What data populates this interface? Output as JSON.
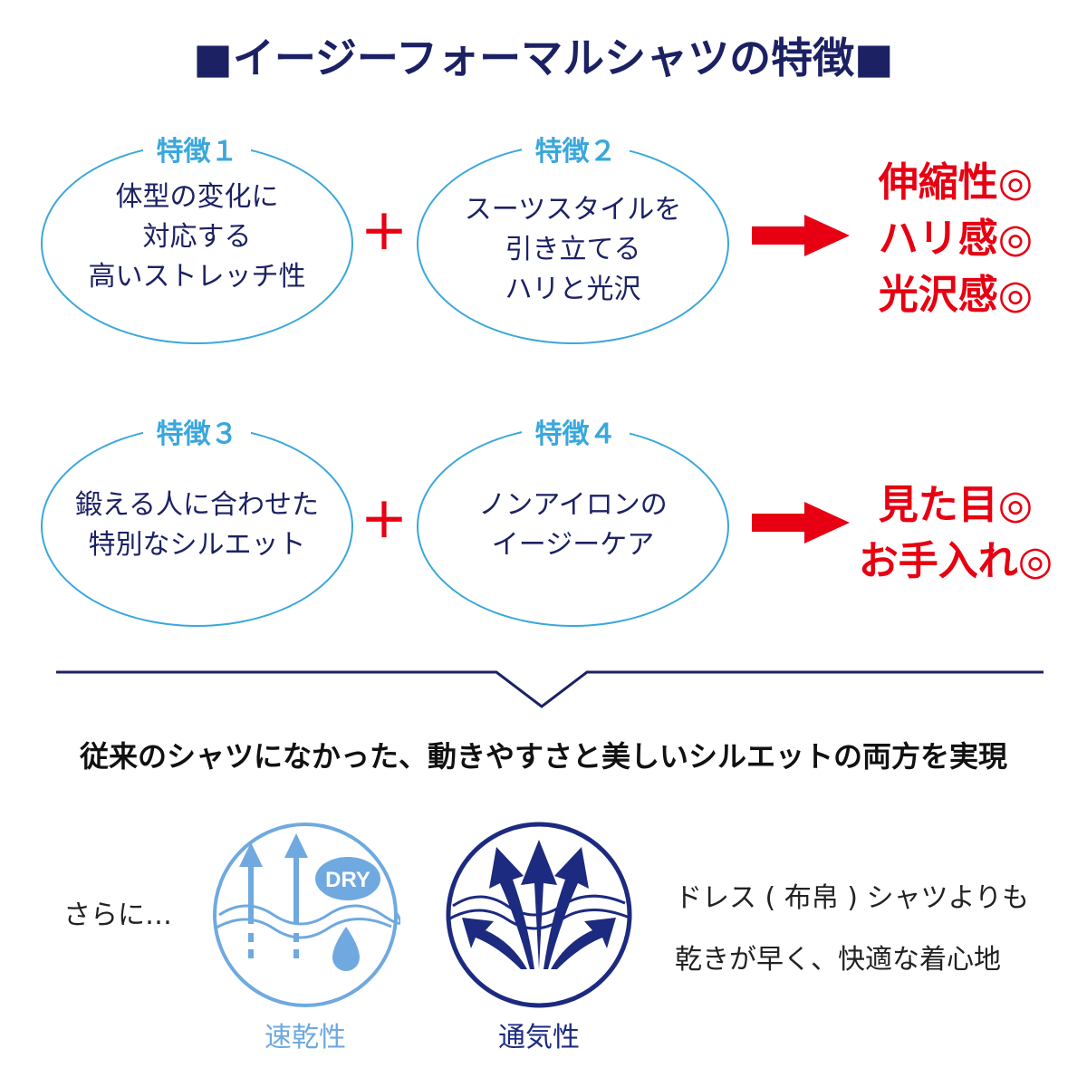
{
  "title": "■イージーフォーマルシャツの特徴■",
  "row1": {
    "feature_a_label": "特徴１",
    "feature_a_lines": [
      "体型の変化に",
      "対応する",
      "高いストレッチ性"
    ],
    "feature_b_label": "特徴２",
    "feature_b_lines": [
      "スーツスタイルを",
      "引き立てる",
      "ハリと光沢"
    ],
    "plus": "＋",
    "results": [
      "伸縮性◎",
      "ハリ感◎",
      "光沢感◎"
    ]
  },
  "row2": {
    "feature_a_label": "特徴３",
    "feature_a_lines": [
      "鍛える人に合わせた",
      "特別なシルエット"
    ],
    "feature_b_label": "特徴４",
    "feature_b_lines": [
      "ノンアイロンの",
      "イージーケア"
    ],
    "plus": "＋",
    "results": [
      "見た目◎",
      "お手入れ◎"
    ]
  },
  "summary": "従来のシャツになかった、動きやすさと美しいシルエットの両方を実現",
  "extra": {
    "intro": "さらに…",
    "quick_dry": {
      "label": "速乾性",
      "badge": "DRY",
      "icon": "quick-dry-icon",
      "color": "#6fa9df"
    },
    "breathable": {
      "label": "通気性",
      "icon": "breathable-icon",
      "color": "#1c2a80"
    },
    "description_lines": [
      "ドレス ( 布帛 ) シャツよりも",
      "乾きが早く、快適な着心地"
    ]
  },
  "colors": {
    "navy": "#1c2163",
    "accent_blue": "#3aa7dc",
    "red": "#e60012"
  }
}
